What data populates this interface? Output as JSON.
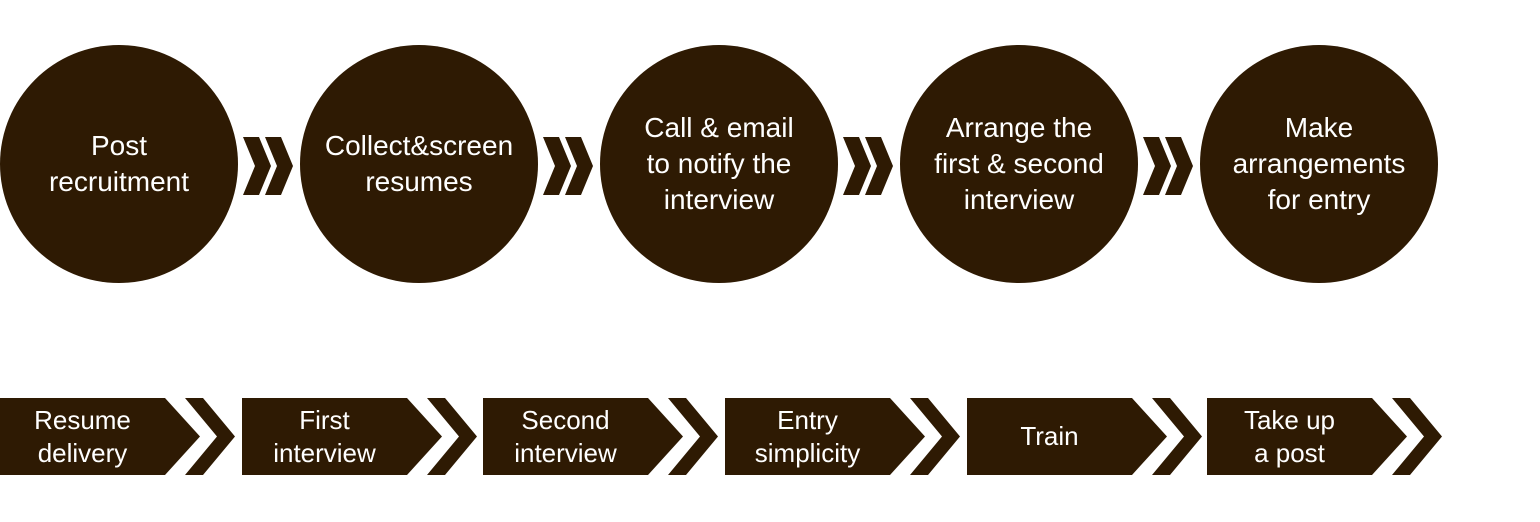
{
  "colors": {
    "shape_fill": "#2E1A03",
    "label_text": "#FFFFFF",
    "background": "#FFFFFF"
  },
  "top_row": {
    "steps": [
      {
        "label": "Post\nrecruitment"
      },
      {
        "label": "Collect&screen\nresumes"
      },
      {
        "label": "Call & email\nto notify the\ninterview"
      },
      {
        "label": "Arrange the\nfirst & second\ninterview"
      },
      {
        "label": "Make\narrangements\nfor entry"
      }
    ]
  },
  "bottom_row": {
    "steps": [
      {
        "label": "Resume\ndelivery"
      },
      {
        "label": "First\ninterview"
      },
      {
        "label": "Second\ninterview"
      },
      {
        "label": "Entry\nsimplicity"
      },
      {
        "label": "Train"
      },
      {
        "label": "Take up\na post"
      }
    ]
  },
  "icons": {
    "circle_separator": "double-chevron-right",
    "arrow_tail": "chevron-right"
  }
}
